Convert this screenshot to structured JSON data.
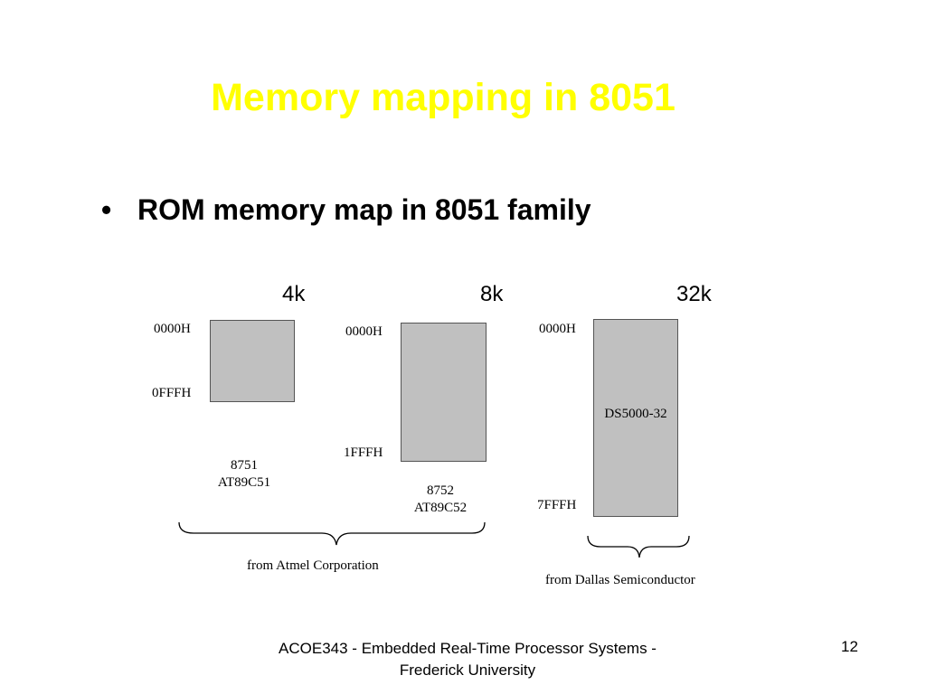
{
  "slide": {
    "title": "Memory mapping in 8051",
    "bullet": "ROM memory map in 8051 family"
  },
  "diagram": {
    "columns": [
      {
        "size": "4k",
        "start": "0000H",
        "end": "0FFFH",
        "chips": [
          "8751",
          "AT89C51"
        ]
      },
      {
        "size": "8k",
        "start": "0000H",
        "end": "1FFFH",
        "chips": [
          "8752",
          "AT89C52"
        ]
      },
      {
        "size": "32k",
        "start": "0000H",
        "end": "7FFFH",
        "box_label": "DS5000-32"
      }
    ],
    "groups": [
      {
        "label": "from Atmel Corporation"
      },
      {
        "label": "from Dallas Semiconductor"
      }
    ]
  },
  "footer": {
    "line1": "ACOE343 - Embedded Real-Time Processor Systems -",
    "line2": "Frederick University",
    "page": "12"
  },
  "colors": {
    "title": "#ffff00",
    "memory_box": "#c0c0c0"
  }
}
